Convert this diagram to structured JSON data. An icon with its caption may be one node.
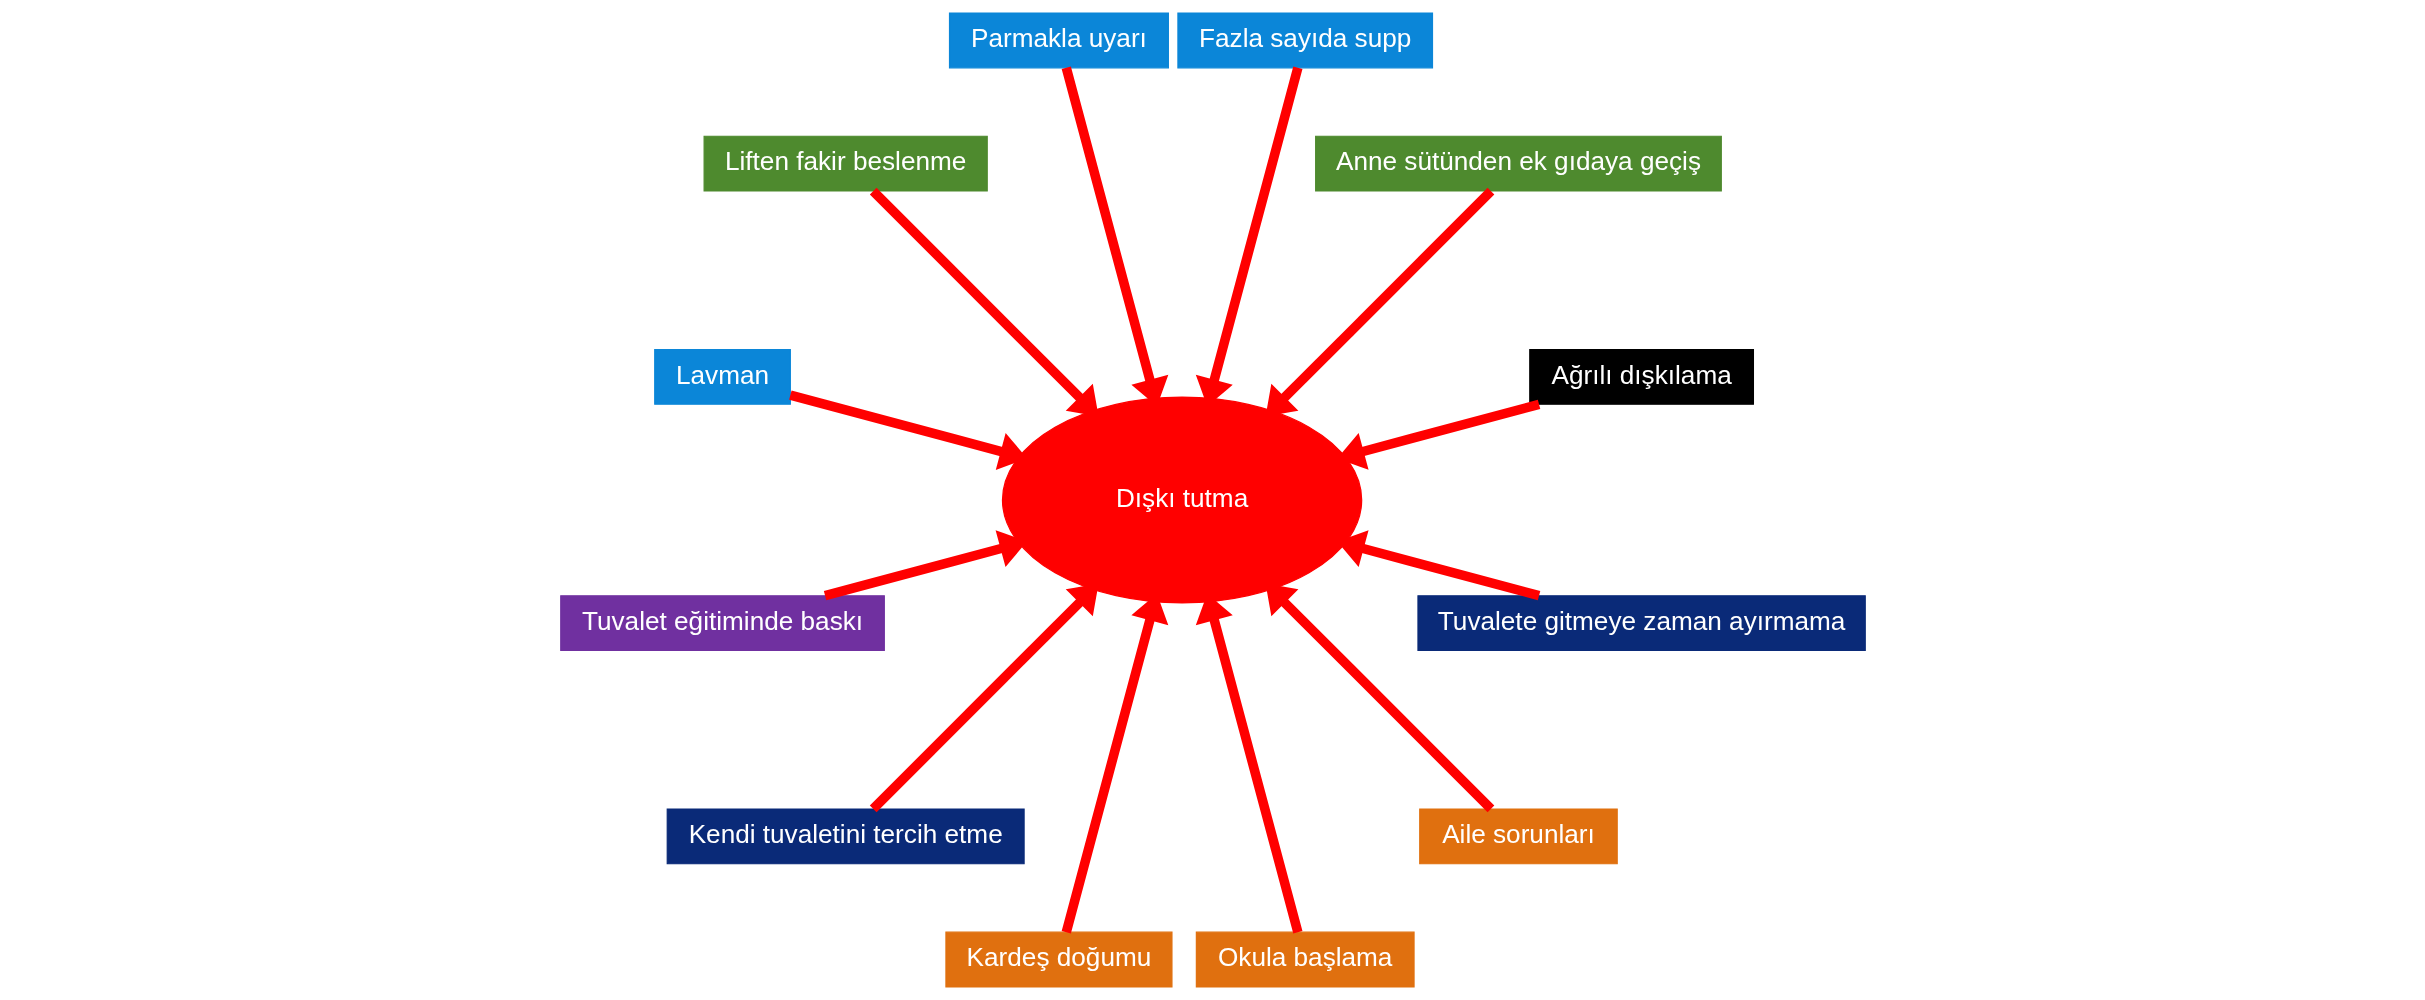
{
  "diagram": {
    "nodes": [
      {
        "text": [
          "Ağrılı dışkılama"
        ]
      },
      {
        "text": [
          "Anne sütünden ek gıdaya geçiş"
        ]
      },
      {
        "text": [
          "Fazla sayıda supp"
        ]
      },
      {
        "text": [
          "Parmakla uyarı"
        ]
      },
      {
        "text": [
          "Liften fakir beslenme"
        ]
      },
      {
        "text": [
          "Dışkı tutma"
        ]
      },
      {
        "text": [
          "Lavman"
        ]
      },
      {
        "text": [
          "Tuvalet eğitiminde baskı"
        ]
      },
      {
        "text": [
          "Kendi tuvaletini tercih etme"
        ]
      },
      {
        "text": [
          "Kardeş doğumu"
        ]
      },
      {
        "text": [
          "Okula başlama"
        ]
      },
      {
        "text": [
          "Aile sorunları"
        ]
      },
      {
        "text": [
          "Tuvalete gitmeye zaman ayırmama"
        ]
      }
    ],
    "edges": [
      {
        "from": 0,
        "to": 5,
        "arrow": "to"
      },
      {
        "from": 1,
        "to": 5,
        "arrow": "to"
      },
      {
        "from": 2,
        "to": 5,
        "arrow": "to"
      },
      {
        "from": 3,
        "to": 5,
        "arrow": "to"
      },
      {
        "from": 4,
        "to": 5,
        "arrow": "to"
      },
      {
        "from": 6,
        "to": 5,
        "arrow": "to"
      },
      {
        "from": 7,
        "to": 5,
        "arrow": "to"
      },
      {
        "from": 8,
        "to": 5,
        "arrow": "to"
      },
      {
        "from": 9,
        "to": 5,
        "arrow": "to"
      },
      {
        "from": 10,
        "to": 5,
        "arrow": "to"
      },
      {
        "from": 11,
        "to": 5,
        "arrow": "to"
      },
      {
        "from": 12,
        "to": 5,
        "arrow": "to"
      }
    ]
  }
}
